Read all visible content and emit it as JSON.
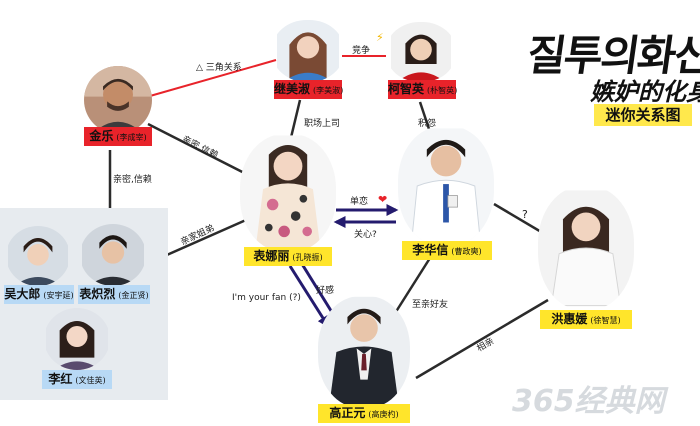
{
  "brand": {
    "korean_title": "질투의화신",
    "chinese_title": "嫉妒的化身",
    "subtitle": "迷你关系图"
  },
  "people": {
    "jin_le": {
      "name": "金乐",
      "actor": "(李成宰)",
      "tag_color": "#e8232a"
    },
    "fang_meihui": {
      "name": "继美淑",
      "actor": "(李美淑)",
      "tag_color": "#e8232a"
    },
    "kehaiying": {
      "name": "柯智英",
      "actor": "(朴智英)",
      "tag_color": "#e8232a"
    },
    "biao_nali": {
      "name": "表娜丽",
      "actor": "(孔晓振)",
      "tag_color": "#ffe52b"
    },
    "li_huaxin": {
      "name": "李华信",
      "actor": "(曹政奭)",
      "tag_color": "#ffe52b"
    },
    "hong_huiyuan": {
      "name": "洪惠媛",
      "actor": "(徐智慧)",
      "tag_color": "#ffe52b"
    },
    "gao_zhengyuan": {
      "name": "高正元",
      "actor": "(高庚杓)",
      "tag_color": "#ffe52b"
    },
    "wu_dalang": {
      "name": "吴大郎",
      "actor": "(安宇延)",
      "tag_color": "#b8d9f5"
    },
    "biao_chilie": {
      "name": "表炽烈",
      "actor": "(金正贤)",
      "tag_color": "#b8d9f5"
    },
    "li_hong": {
      "name": "李红",
      "actor": "(文佳英)",
      "tag_color": "#b8d9f5"
    }
  },
  "relations": {
    "triangle": "△ 三角关系",
    "rivals": "竞争",
    "boss": "职场上司",
    "grudge": "积怨",
    "close_jin_nali": "亲密,信赖",
    "close_jin_family": "亲密,信赖",
    "family": "亲家姐弟",
    "crush": "单恋",
    "care": "关心?",
    "fan": "I'm your fan (?)",
    "fondness": "好感",
    "best_friends": "至亲好友",
    "question": "?",
    "blind_date": "相亲"
  },
  "watermark": "365经典网",
  "colors": {
    "triangle_line": "#e8232a",
    "navy_arrow": "#241b6e",
    "line": "#2b2b2b",
    "highlight": "#ffe52b"
  }
}
